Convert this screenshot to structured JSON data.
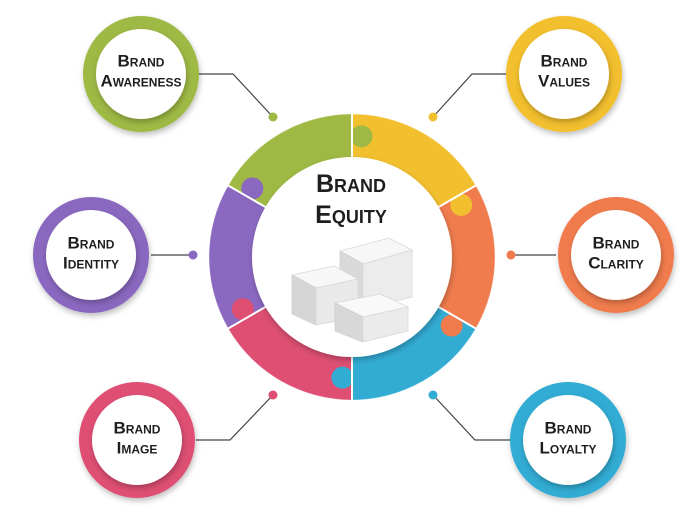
{
  "center": {
    "line1": "Brand",
    "line2": "Equity"
  },
  "nodes": [
    {
      "line1": "Brand",
      "line2": "Awareness",
      "color": "#9fb944"
    },
    {
      "line1": "Brand",
      "line2": "Values",
      "color": "#f2bf2f"
    },
    {
      "line1": "Brand",
      "line2": "Identity",
      "color": "#8a68c0"
    },
    {
      "line1": "Brand",
      "line2": "Clarity",
      "color": "#f07c4e"
    },
    {
      "line1": "Brand",
      "line2": "Image",
      "color": "#de4f73"
    },
    {
      "line1": "Brand",
      "line2": "Loyalty",
      "color": "#33acd4"
    }
  ],
  "ring_colors": [
    "#f2bf2f",
    "#f07c4e",
    "#33acd4",
    "#de4f73",
    "#8a68c0",
    "#9fb944"
  ]
}
